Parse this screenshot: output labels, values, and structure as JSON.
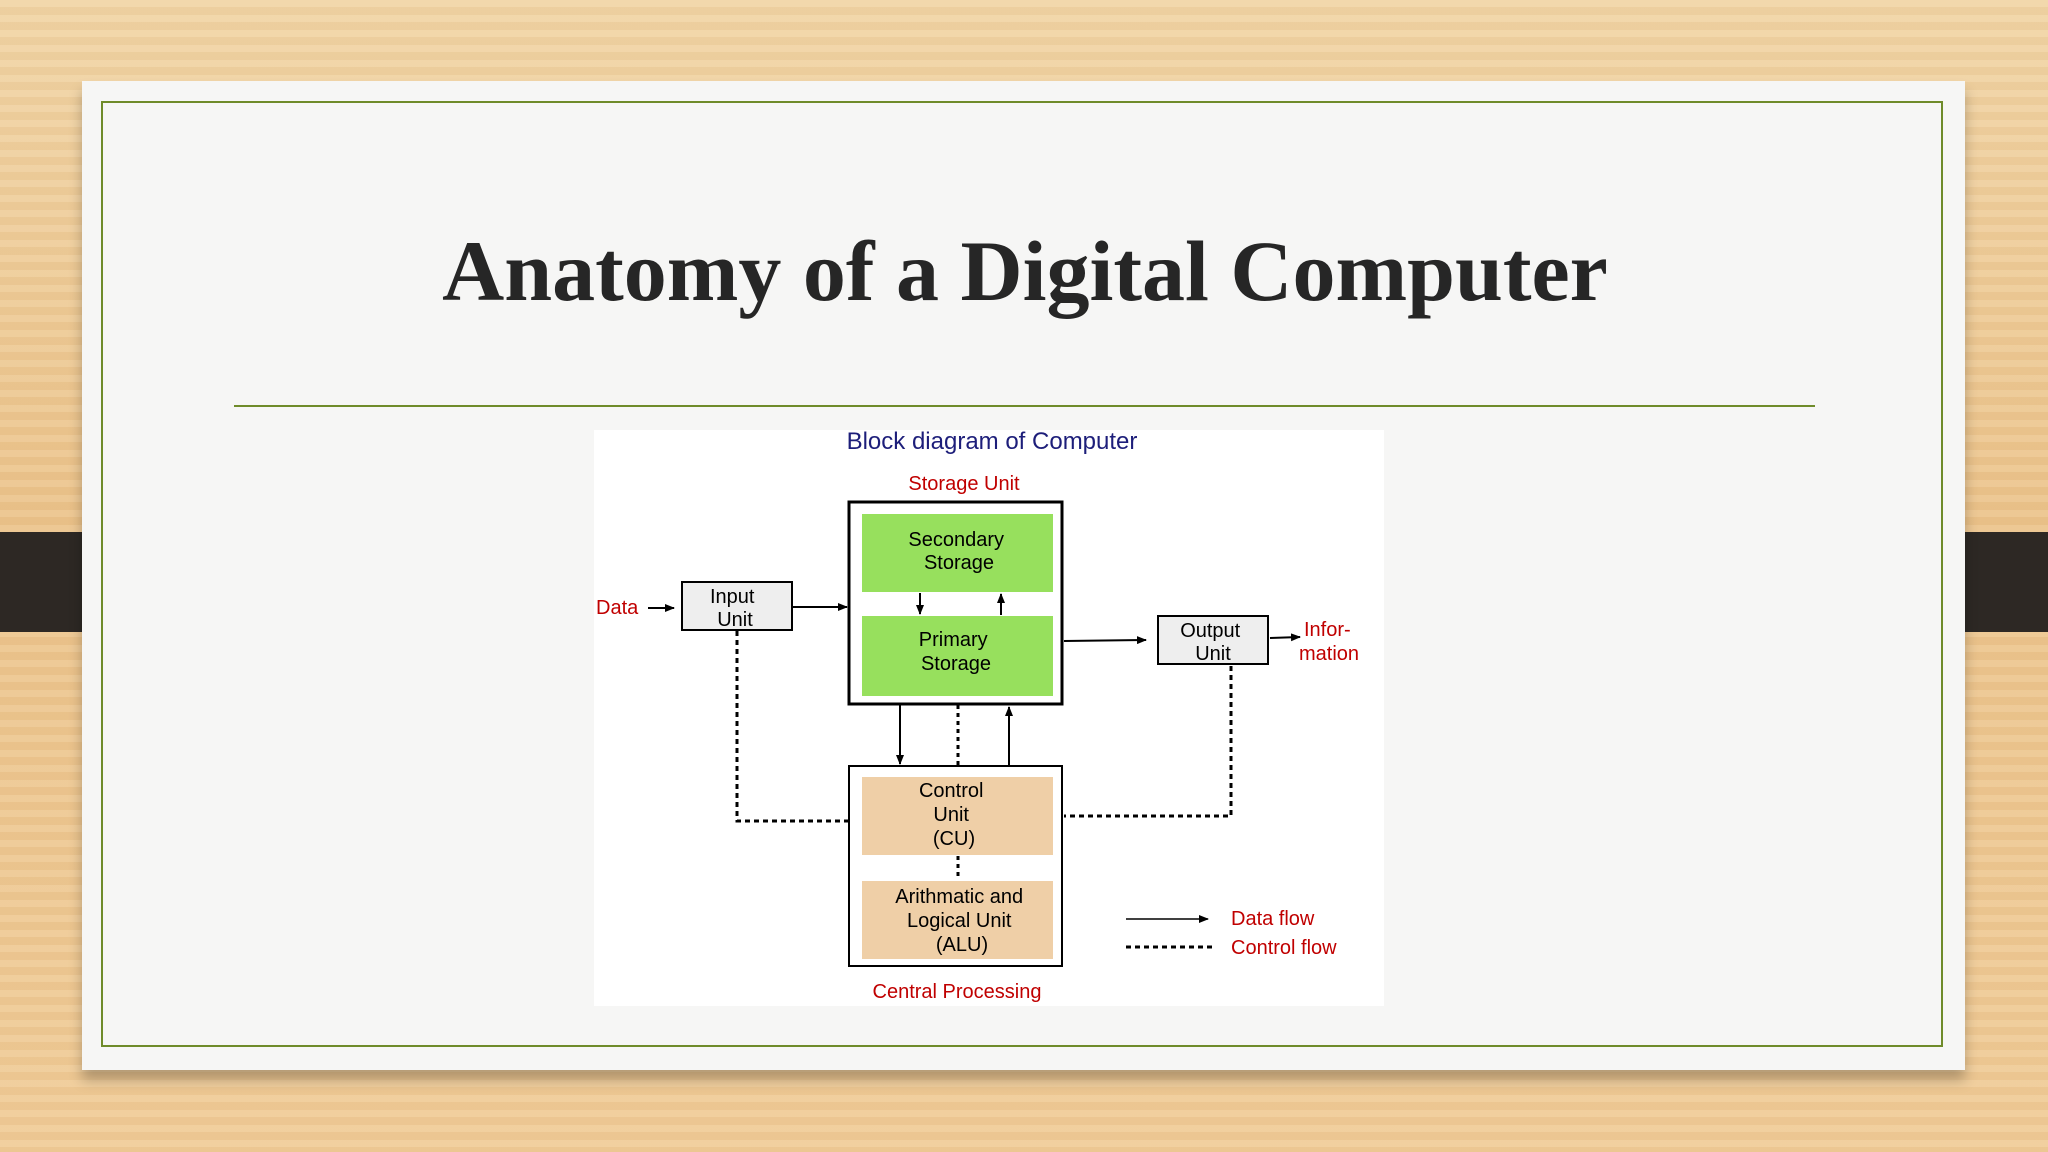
{
  "slide": {
    "title": "Anatomy of  a Digital Computer"
  },
  "diagram": {
    "title": "Block diagram of Computer",
    "storage_unit_label": "Storage Unit",
    "cpu_label": "Central Processing",
    "data_in_label": "Data",
    "info_out_label": [
      "Infor-",
      "mation"
    ],
    "input_unit": [
      "Input",
      "Unit"
    ],
    "output_unit": [
      "Output",
      "Unit"
    ],
    "secondary_storage": [
      "Secondary",
      "Storage"
    ],
    "primary_storage": [
      "Primary",
      "Storage"
    ],
    "control_unit": [
      "Control",
      "Unit",
      "(CU)"
    ],
    "alu": [
      "Arithmatic and",
      "Logical Unit",
      "(ALU)"
    ],
    "legend": {
      "data_flow": "Data flow",
      "control_flow": "Control flow"
    },
    "colors": {
      "storage_fill": "#97e05d",
      "cpu_fill": "#efcfa7",
      "io_fill": "#eeeeee",
      "label_red": "#c00000",
      "title_blue": "#1d1e7a"
    }
  }
}
